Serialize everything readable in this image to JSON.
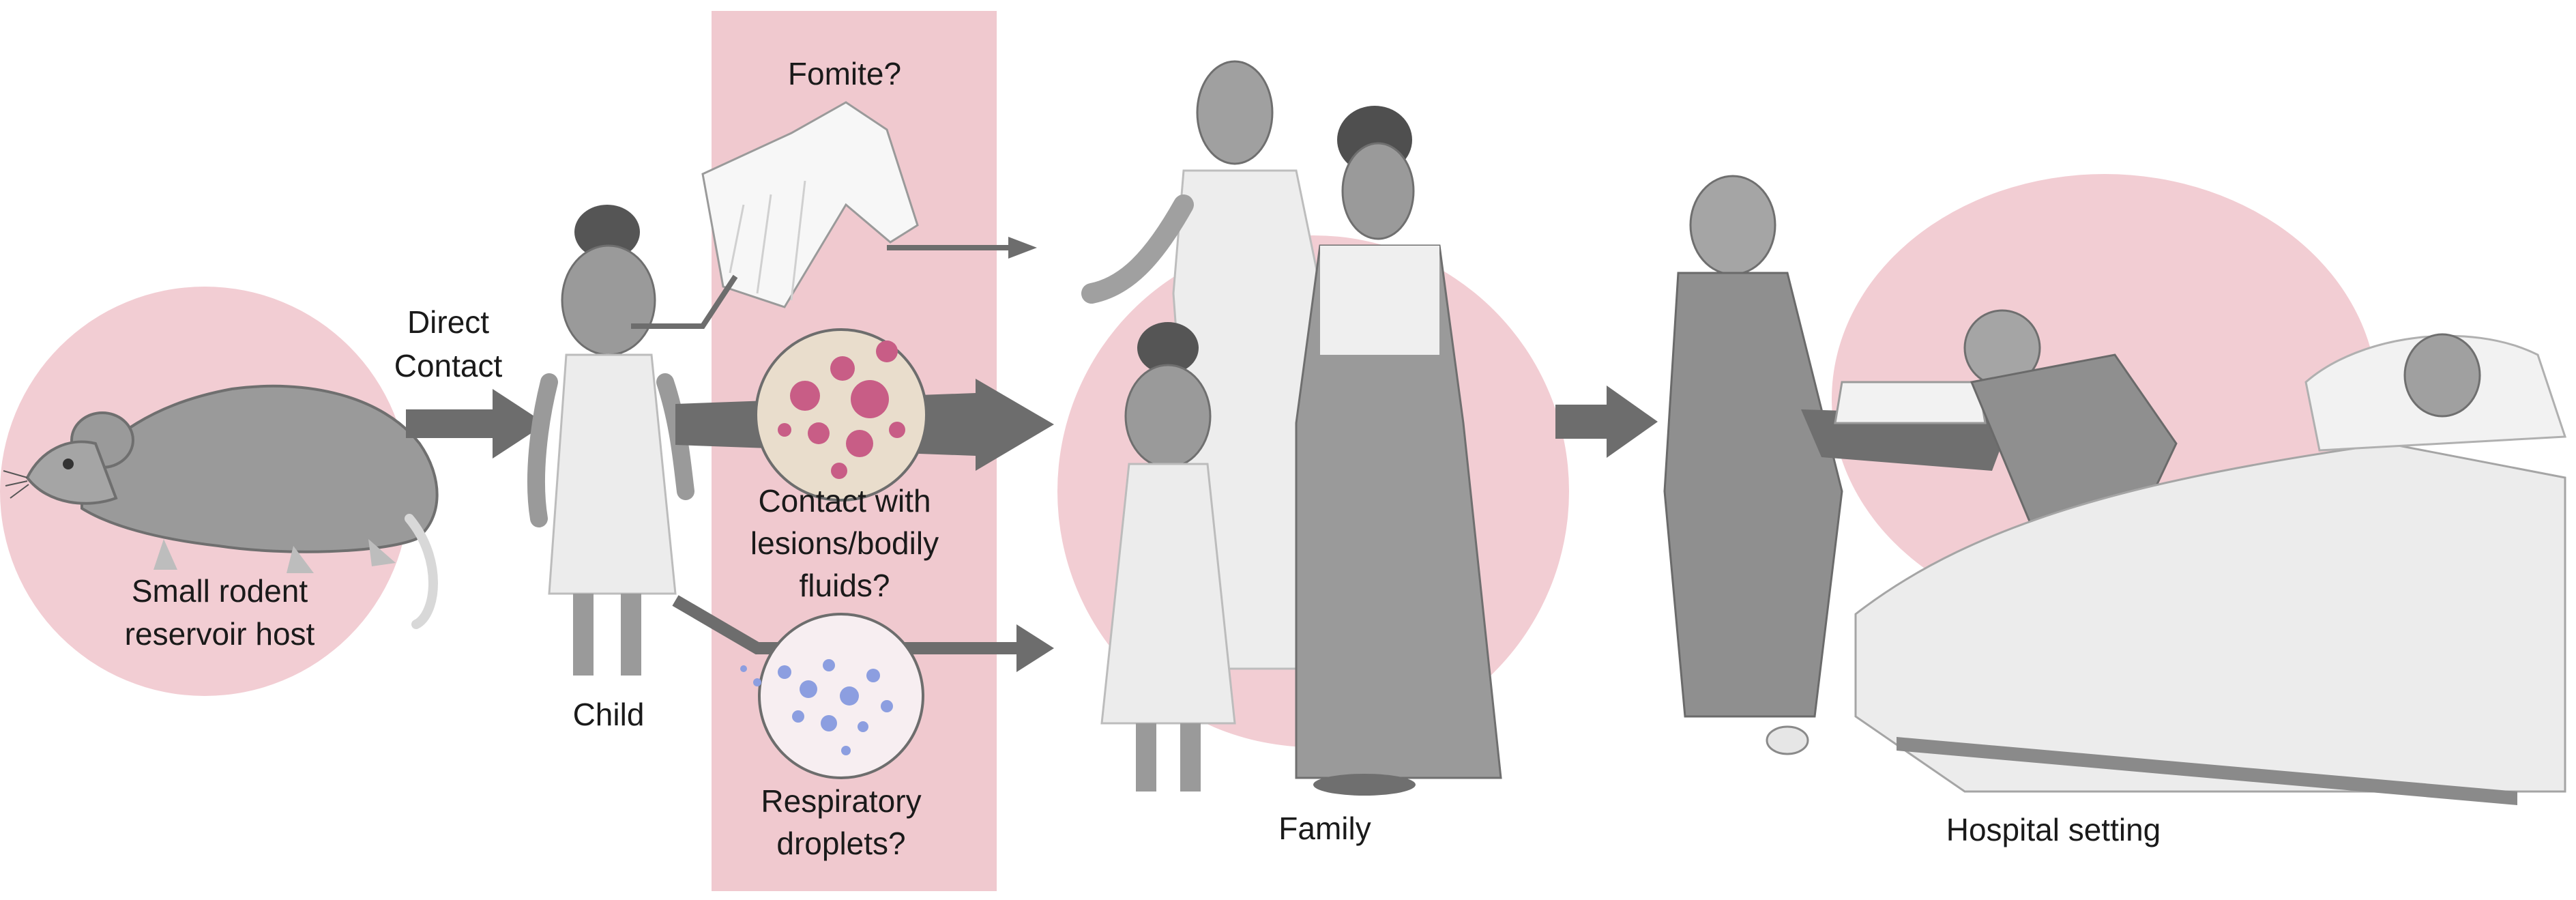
{
  "labels": {
    "reservoir_line1": "Small rodent",
    "reservoir_line2": "reservoir host",
    "direct_line1": "Direct",
    "direct_line2": "Contact",
    "child": "Child",
    "fomite": "Fomite?",
    "contact_line1": "Contact with",
    "contact_line2": "lesions/bodily",
    "contact_line3": "fluids?",
    "respiratory_line1": "Respiratory",
    "respiratory_line2": "droplets?",
    "family": "Family",
    "hospital": "Hospital setting"
  },
  "colors": {
    "circle_pink": "#f2cdd3",
    "band_pink": "#f0c9cf",
    "arrow_gray": "#6d6d6d",
    "figure_gray": "#9a9a9a",
    "figure_light": "#e8e8e8",
    "lesion_pink": "#c85d86",
    "lesion_bg": "#e9ddcc",
    "droplet_blue": "#8c9ee0"
  },
  "icons": [
    "rodent-icon",
    "child-figure-icon",
    "dress-icon",
    "lesion-skin-icon",
    "droplets-icon",
    "family-figures-icon",
    "hospital-scene-icon"
  ]
}
